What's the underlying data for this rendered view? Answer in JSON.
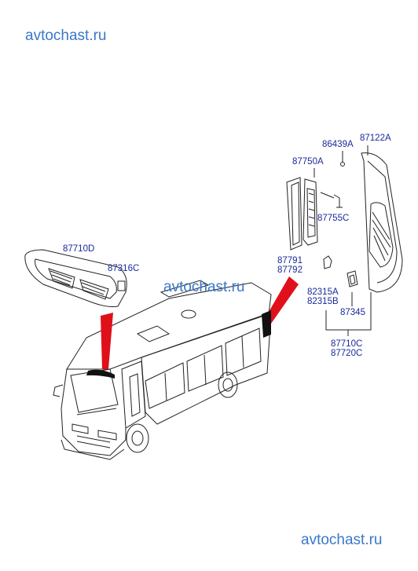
{
  "watermarks": {
    "top": "avtochast.ru",
    "middle": "avtochast.ru",
    "bottom": "avtochast.ru"
  },
  "parts": {
    "p86439A": "86439A",
    "p87122A": "87122A",
    "p87750A": "87750A",
    "p87755C": "87755C",
    "p87791": "87791",
    "p87792": "87792",
    "p87710D": "87710D",
    "p87316C": "87316C",
    "p82315A": "82315A",
    "p82315B": "82315B",
    "p87345": "87345",
    "p87710C": "87710C",
    "p87720C": "87720C"
  },
  "colors": {
    "line": "#222222",
    "label": "#1a2a9a",
    "watermark": "#3a78c8",
    "pointer": "#e0101a"
  }
}
